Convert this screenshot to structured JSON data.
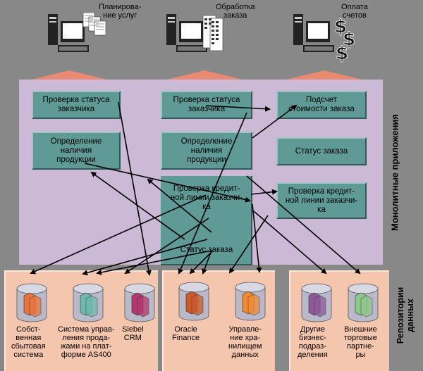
{
  "workstations": [
    {
      "label": "Планирова-\nние услуг"
    },
    {
      "label": "Обработка\nзаказа"
    },
    {
      "label": "Оплата\nсчетов"
    }
  ],
  "apps": {
    "c1_1": "Проверка статуса\nзаказчика",
    "c1_2": "Определение\nналичия\nпродукции",
    "c2_1": "Проверка статуса\nзаказчика",
    "c2_2": "Определение\nналичия\nпродукции",
    "c2_3": "Проверка кредит-\nной линии заказчи-\nка",
    "c2_4": "Статус заказа",
    "c3_1": "Подсчет\nстоимости заказа",
    "c3_2": "Статус заказа",
    "c3_3": "Проверка кредит-\nной линии заказчи-\nка"
  },
  "side_labels": {
    "monolithic": "Монолитные приложения",
    "repositories": "Репозитории\nданных"
  },
  "repositories": [
    {
      "label": "Собст-\nвенная\nсбытовая\nсистема",
      "color": "#e8743c"
    },
    {
      "label": "Система управ-\nления прода-\nжами на плат-\nформе AS400",
      "color": "#6fb9ac"
    },
    {
      "label": "Siebel\nCRM",
      "color": "#b2386e"
    },
    {
      "label": "Oracle\nFinance",
      "color": "#cc5a2a"
    },
    {
      "label": "Управле-\nние хра-\nнилищем\nданных",
      "color": "#f08a34"
    },
    {
      "label": "Другие\nбизнес-\nподраз-\nделения",
      "color": "#8e5a9a"
    },
    {
      "label": "Внешние\nторговые\nпартне-\nры",
      "color": "#8ec88a"
    }
  ],
  "colors": {
    "panel": "#cbb9d6",
    "app_box": "#5f9a96",
    "repo_panel": "#f5c6ae",
    "triangle": "#e98a72"
  }
}
